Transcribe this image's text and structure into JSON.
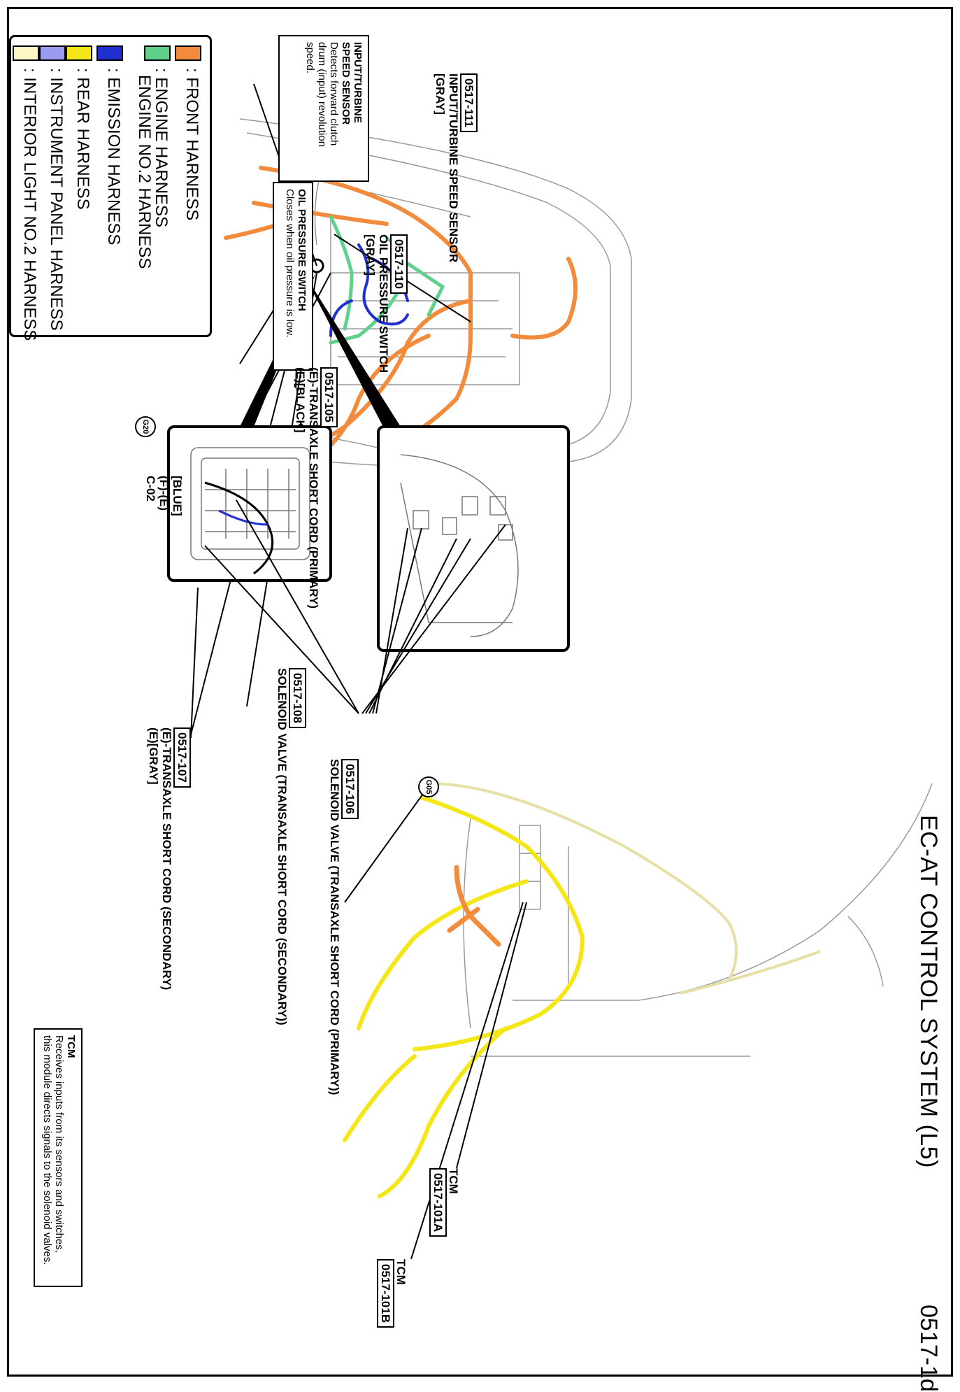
{
  "header": {
    "title": "EC-AT CONTROL SYSTEM (L5)",
    "page_code": "0517-1d"
  },
  "legend": [
    {
      "label": ": FRONT HARNESS",
      "color": "#F28C3C"
    },
    {
      "label": ": ENGINE HARNESS",
      "color": "#5FD18A"
    },
    {
      "label": "ENGINE NO.2 HARNESS",
      "color": ""
    },
    {
      "label": ": EMISSION HARNESS",
      "color": "#1F2FD0"
    },
    {
      "label": ": REAR HARNESS",
      "color": "#F5E617"
    },
    {
      "label": ": INSTRUMENT PANEL HARNESS",
      "color": "#9A9CF0"
    },
    {
      "label": ": INTERIOR LIGHT NO.2 HARNESS",
      "color": "#FFF6C8"
    }
  ],
  "descriptions": {
    "input_turbine": {
      "heading1": "INPUT/TURBINE",
      "heading2": "SPEED SENSOR",
      "lines": [
        "Detects forward clutch",
        "drum (input) revolution",
        "speed."
      ]
    },
    "oil_pressure": {
      "heading": "OIL PRESSURE SWITCH",
      "lines": [
        "Closes when oil pressure is low."
      ]
    },
    "tcm": {
      "heading": "TCM",
      "lines": [
        "Receives inputs from its sensors and switches,",
        "this module directs signals to the solenoid valves."
      ]
    }
  },
  "connectors": {
    "c111": {
      "code": "0517-111",
      "lines": [
        "INPUT/TURBINE SPEED SENSOR",
        "[GRAY]"
      ]
    },
    "c110": {
      "code": "0517-110",
      "lines": [
        "OIL PRESSURE SWITCH",
        "[GRAY]"
      ]
    },
    "c105": {
      "code": "0517-105",
      "lines": [
        "(E)-TRANSAXLE SHORT CORD (PRIMARY)",
        "(E)[BLACK]"
      ]
    },
    "c108": {
      "code": "0517-108",
      "lines": [
        "SOLENOID VALVE (TRANSAXLE SHORT CORD (SECONDARY))"
      ]
    },
    "c107": {
      "code": "0517-107",
      "lines": [
        "(E)-TRANSAXLE SHORT CORD (SECONDARY)",
        "(E)[GRAY]"
      ]
    },
    "c106": {
      "code": "0517-106",
      "lines": [
        "SOLENOID VALVE (TRANSAXLE SHORT CORD (PRIMARY))"
      ]
    },
    "c101a": {
      "code": "0517-101A",
      "lines": [
        "TCM"
      ]
    },
    "c101b": {
      "code": "0517-101B",
      "lines": [
        "TCM"
      ]
    },
    "c02": {
      "lines": [
        "[BLUE]",
        "(F)-(E)",
        "C-02"
      ]
    }
  },
  "grounds": {
    "g20": "G20",
    "g05": "G05"
  }
}
